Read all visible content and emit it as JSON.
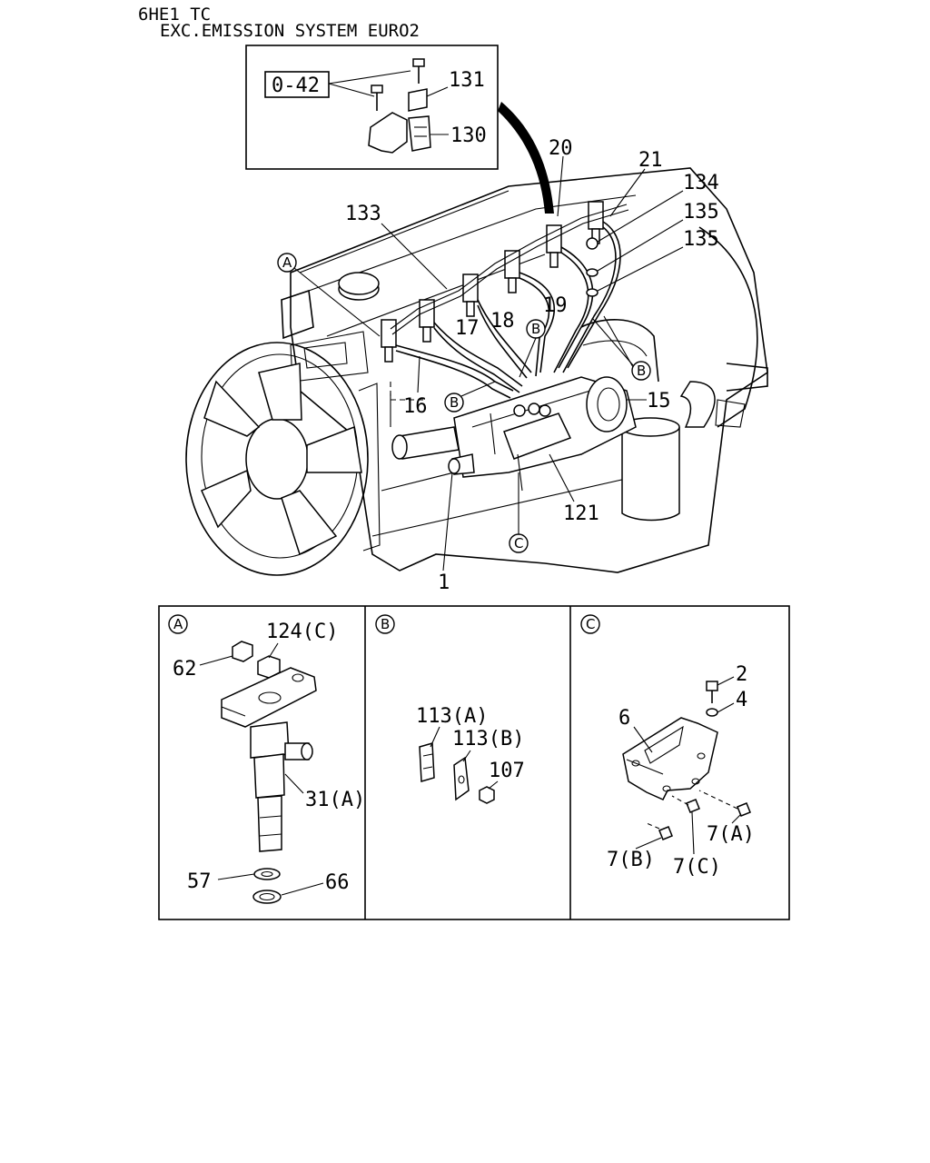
{
  "header": {
    "model": "6HE1 TC",
    "variant": "EXC.EMISSION SYSTEM EURO2"
  },
  "inset": {
    "ref_box": "0-42",
    "labels": [
      "131",
      "130"
    ]
  },
  "main_callouts": {
    "c20": "20",
    "c21": "21",
    "c134": "134",
    "c135a": "135",
    "c135b": "135",
    "c133": "133",
    "c17": "17",
    "c18": "18",
    "c19": "19",
    "c16": "16",
    "c15": "15",
    "c121": "121",
    "c1": "1",
    "ref_a": "A",
    "ref_b1": "B",
    "ref_b2": "B",
    "ref_b3": "B",
    "ref_c": "C"
  },
  "panel_a": {
    "title": "A",
    "labels": [
      "124(C)",
      "62",
      "31(A)",
      "57",
      "66"
    ]
  },
  "panel_b": {
    "title": "B",
    "labels": [
      "113(A)",
      "113(B)",
      "107"
    ]
  },
  "panel_c": {
    "title": "C",
    "labels": [
      "2",
      "4",
      "6",
      "7(A)",
      "7(B)",
      "7(C)"
    ]
  }
}
